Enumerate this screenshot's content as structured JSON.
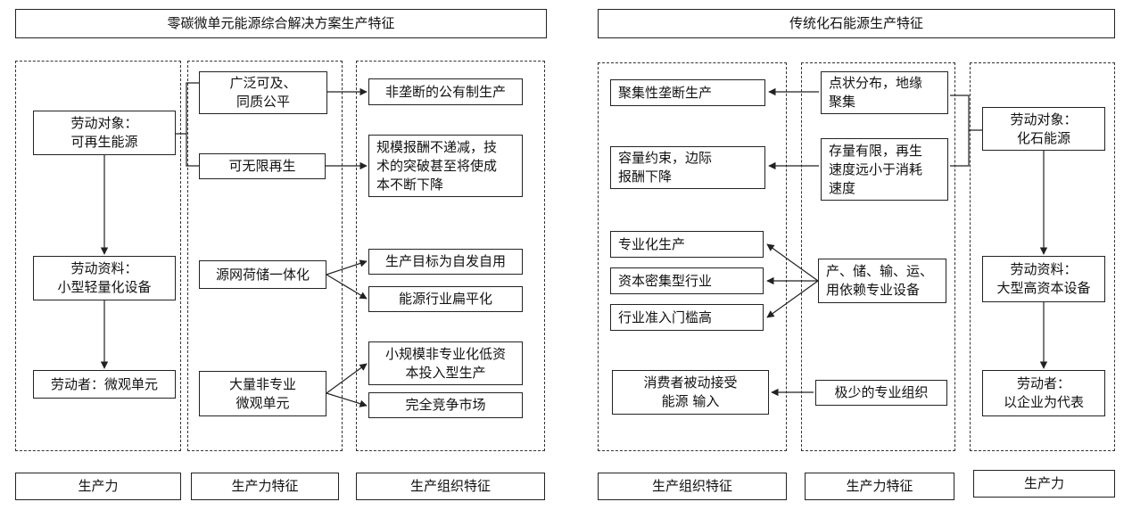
{
  "left": {
    "title": "零碳微单元能源综合解决方案生产特征",
    "productivity": {
      "object": "劳动对象：\n可再生能源",
      "means": "劳动资料：\n小型轻量化设备",
      "labor": "劳动者：微观单元"
    },
    "features": {
      "f1": "广泛可及、\n同质公平",
      "f2": "可无限再生",
      "f3": "源网荷储一体化",
      "f4": "大量非专业\n微观单元"
    },
    "organization": {
      "o1": "非垄断的公有制生产",
      "o2": "规模报酬不递减，技\n术的突破甚至将使成\n本不断下降",
      "o3": "生产目标为自发自用",
      "o4": "能源行业扁平化",
      "o5": "小规模非专业化低资\n本投入型生产",
      "o6": "完全竞争市场"
    },
    "footer": {
      "productivity": "生产力",
      "features": "生产力特征",
      "organization": "生产组织特征"
    }
  },
  "right": {
    "title": "传统化石能源生产特征",
    "organization": {
      "o1": "聚集性垄断生产",
      "o2": "容量约束，边际\n报酬下降",
      "o3": "专业化生产",
      "o4": "资本密集型行业",
      "o5": "行业准入门槛高",
      "o6": "消费者被动接受\n能源 输入"
    },
    "features": {
      "f1": "点状分布，地缘\n聚集",
      "f2": "存量有限，再生\n速度远小于消耗\n速度",
      "f3": "产、储、输、运、\n用依赖专业设备",
      "f4": "极少的专业组织"
    },
    "productivity": {
      "object": "劳动对象：\n化石能源",
      "means": "劳动资料：\n大型高资本设备",
      "labor": "劳动者：\n以企业为代表"
    },
    "footer": {
      "organization": "生产组织特征",
      "features": "生产力特征",
      "productivity": "生产力"
    }
  }
}
